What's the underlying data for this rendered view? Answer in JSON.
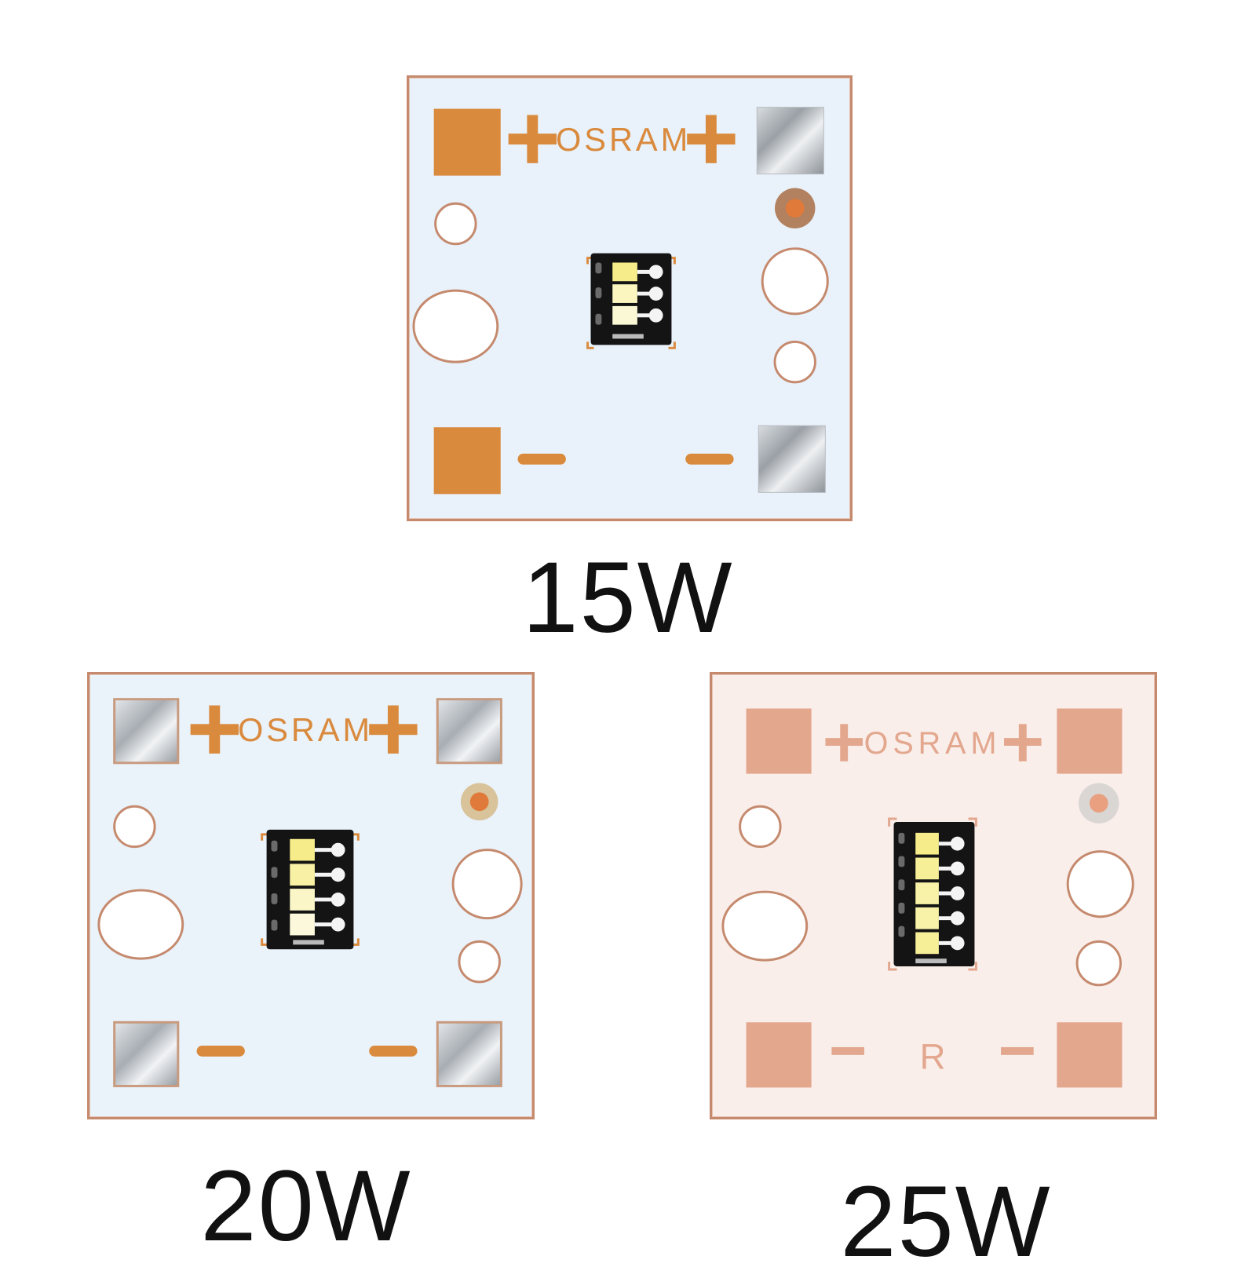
{
  "boards": [
    {
      "id": "15w",
      "caption": "15W",
      "brand_text": "OSRAM",
      "led_segments": 3,
      "board_color": "#e9f2fb",
      "trace_color": "#d98a3d",
      "pad_finish": {
        "top_left": "copper",
        "top_right": "solder",
        "bottom_left": "copper",
        "bottom_right": "solder"
      }
    },
    {
      "id": "20w",
      "caption": "20W",
      "brand_text": "OSRAM",
      "led_segments": 4,
      "board_color": "#eaf2fa",
      "trace_color": "#d98a3d",
      "pad_finish": {
        "top_left": "solder",
        "top_right": "solder",
        "bottom_left": "solder",
        "bottom_right": "solder"
      }
    },
    {
      "id": "25w",
      "caption": "25W",
      "brand_text": "OSRAM",
      "marking": "R",
      "led_segments": 5,
      "board_color": "#f9eeea",
      "trace_color": "#e3a78e",
      "pad_finish": {
        "top_left": "copper",
        "top_right": "copper",
        "bottom_left": "copper",
        "bottom_right": "copper"
      }
    }
  ]
}
